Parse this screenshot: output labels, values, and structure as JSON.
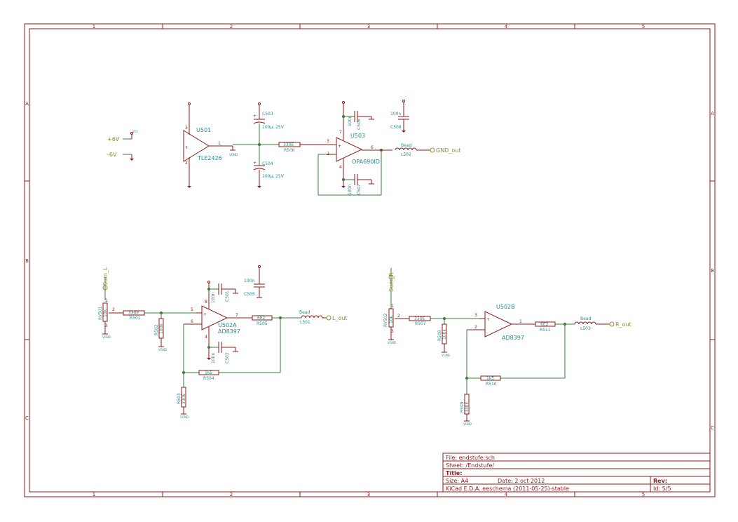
{
  "frame": {
    "columns": [
      "1",
      "2",
      "3",
      "4",
      "5"
    ],
    "rows": [
      "A",
      "B",
      "C"
    ]
  },
  "title_block": {
    "file": "File: endstufe.sch",
    "sheet": "Sheet: /Endstufe/",
    "title_label": "Title:",
    "size": "Size: A4",
    "date": "Date: 2 oct 2012",
    "rev_label": "Rev:",
    "tool": "KiCad E.D.A.  eeschema (2011-05-25)-stable",
    "id": "Id: 5/5"
  },
  "power": {
    "p6v": "+6V",
    "n6v": "-6V",
    "vgnd": "VGND",
    "vcc": "VCC"
  },
  "nets": {
    "gnd_out": "GND_out",
    "l_out": "L_out",
    "r_out": "R_out",
    "sum_l": "Sum_L",
    "sum_r": "Sum_R"
  },
  "parts": {
    "u501": {
      "ref": "U501",
      "val": "TLE2426"
    },
    "u503": {
      "ref": "U503",
      "val": "OPA690ID"
    },
    "u502a": {
      "ref": "U502A",
      "val": "AD8397"
    },
    "u502b": {
      "ref": "U502B",
      "val": "AD8397"
    },
    "c503": {
      "ref": "C503",
      "val": "100µ, 25V"
    },
    "c504": {
      "ref": "C504",
      "val": "100µ, 25V"
    },
    "c505": {
      "ref": "C505",
      "val": "100n"
    },
    "c506": {
      "ref": "C506",
      "val": "100n"
    },
    "c507": {
      "ref": "C507",
      "val": "100n"
    },
    "c508": {
      "ref": "C508",
      "val": "100n"
    },
    "c501": {
      "ref": "C501",
      "val": "100n"
    },
    "c502": {
      "ref": "C502",
      "val": "100n"
    },
    "r506": {
      "ref": "R506",
      "val": "330E"
    },
    "r501": {
      "ref": "R501",
      "val": "330E"
    },
    "r502": {
      "ref": "R502",
      "val": "100k"
    },
    "r503": {
      "ref": "R503",
      "val": "330E"
    },
    "r504": {
      "ref": "R504",
      "val": "1k5"
    },
    "r505": {
      "ref": "R505",
      "val": "6E2"
    },
    "r507": {
      "ref": "R507",
      "val": "330E"
    },
    "r508": {
      "ref": "R508",
      "val": "100k"
    },
    "r509": {
      "ref": "R509",
      "val": "330E"
    },
    "r510": {
      "ref": "R510",
      "val": "1k5"
    },
    "r511": {
      "ref": "R511",
      "val": "6E2"
    },
    "rv501": {
      "ref": "RV501",
      "val": "10k"
    },
    "rv502": {
      "ref": "RV502",
      "val": "10k"
    },
    "l501": {
      "ref": "L501",
      "val": "Bead"
    },
    "l502": {
      "ref": "L502",
      "val": "Bead"
    },
    "l503": {
      "ref": "L503",
      "val": "Bead"
    }
  },
  "pins": {
    "u501": {
      "out": "1",
      "vp": "3",
      "vn": "2"
    },
    "u503": {
      "inp": "3",
      "inn": "2",
      "out": "6",
      "vp": "7",
      "vn": "4"
    },
    "u502a": {
      "inp": "5",
      "inn": "6",
      "out": "7",
      "vp": "8",
      "vn": "4"
    },
    "u502b": {
      "inp": "3",
      "inn": "2",
      "out": "1"
    },
    "rv501": {
      "a": "1",
      "w": "2",
      "b": "3"
    },
    "rv502": {
      "a": "1",
      "w": "2",
      "b": "3"
    }
  }
}
